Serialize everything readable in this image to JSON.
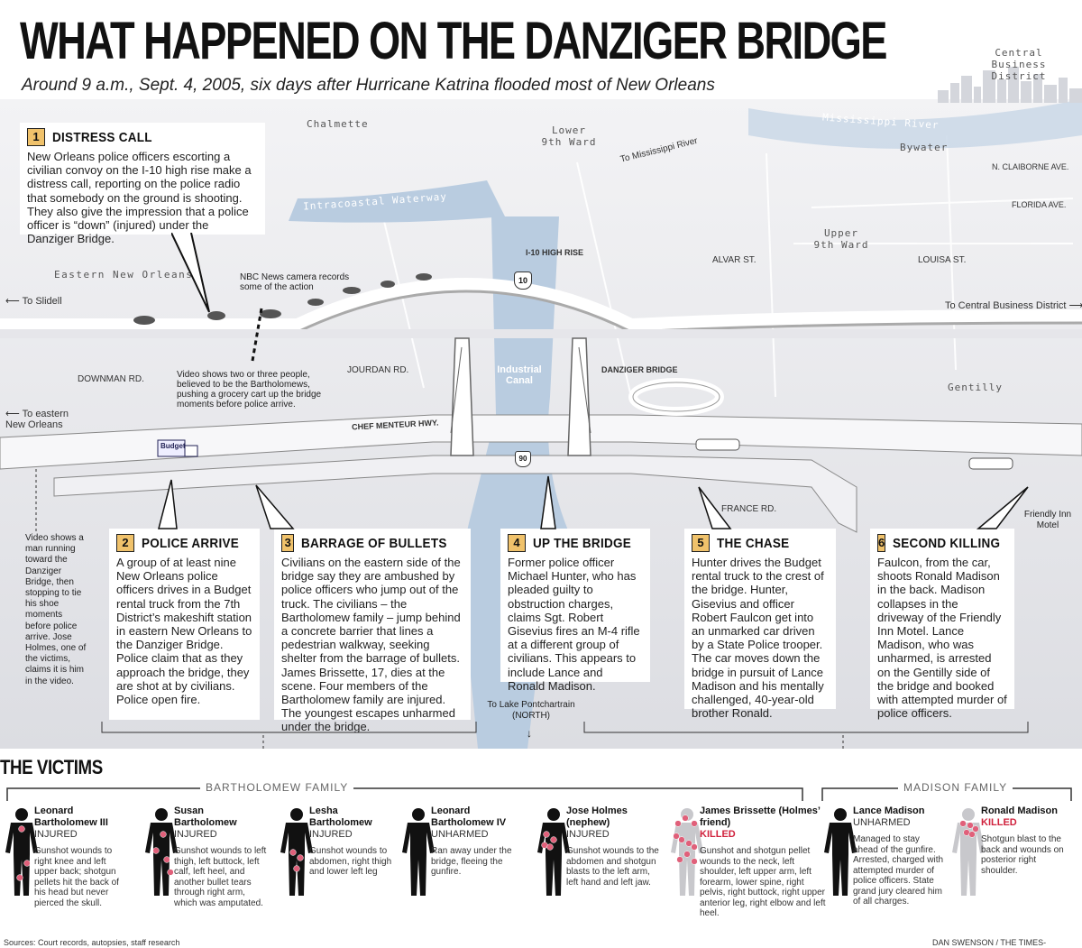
{
  "title": "WHAT HAPPENED ON THE DANZIGER BRIDGE",
  "subtitle": "Around 9 a.m., Sept. 4, 2005, six days after Hurricane Katrina flooded most of New Orleans",
  "map": {
    "central_business_district": "Central Business District",
    "chalmette": "Chalmette",
    "lower_9th_ward": "Lower 9th Ward",
    "mississippi_river": "Mississippi River",
    "bywater": "Bywater",
    "to_mississippi_river": "To Mississippi River",
    "n_claiborne": "N. CLAIBORNE AVE.",
    "florida_ave": "FLORIDA AVE.",
    "intracoastal_waterway": "Intracoastal Waterway",
    "upper_9th_ward": "Upper 9th Ward",
    "alvar_st": "ALVAR ST.",
    "louisa_st": "LOUISA ST.",
    "i10_high_rise": "I-10 HIGH RISE",
    "i10_shield": "10",
    "us90_shield": "90",
    "eastern_new_orleans": "Eastern New Orleans",
    "nbc_note": "NBC News camera records some of the action",
    "to_slidell": "To Slidell",
    "to_central_business_district": "To Central Business District",
    "downman_rd": "DOWNMAN RD.",
    "jourdan_rd": "JOURDAN RD.",
    "industrial_canal": "Industrial Canal",
    "danziger_bridge": "DANZIGER BRIDGE",
    "gentilly": "Gentilly",
    "video_note": "Video shows two or three people, believed to be the Bartholomews, pushing a grocery cart up the bridge moments before police arrive.",
    "to_eastern_new_orleans": "To eastern New Orleans",
    "chef_menteur": "CHEF MENTEUR HWY.",
    "france_rd": "FRANCE RD.",
    "friendly_inn": "Friendly Inn Motel",
    "budget_truck": "Budget",
    "to_lake": "To Lake Pontchartrain (NORTH)",
    "video_man_note": "Video shows a man running toward the Danziger Bridge, then stopping to tie his shoe moments before police arrive. Jose Holmes, one of the victims, claims it is him in the video."
  },
  "callouts": [
    {
      "num": "1",
      "title": "DISTRESS CALL",
      "body": "New Orleans police officers escorting a civilian convoy on the I-10 high rise make a distress call, reporting on the police radio that somebody on the ground is shooting. They also give the impression that a police officer is “down” (injured) under the Danziger Bridge."
    },
    {
      "num": "2",
      "title": "POLICE ARRIVE",
      "body": "A group of at least nine New Orleans police officers drives in a Budget rental truck from the 7th District’s makeshift station in eastern New Orleans to the Danziger Bridge. Police claim that as they approach the bridge, they are shot at by civilians. Police open fire."
    },
    {
      "num": "3",
      "title": "BARRAGE OF BULLETS",
      "body": "Civilians on the eastern side of the bridge say they are ambushed by police officers who jump out of the truck. The civilians – the Bartholomew family – jump behind a concrete barrier that lines a pedestrian walkway, seeking shelter from the barrage of bullets. James Brissette, 17, dies at the scene. Four members of the Bartholomew family are injured. The youngest escapes unharmed under the bridge."
    },
    {
      "num": "4",
      "title": "UP THE BRIDGE",
      "body": "Former police officer Michael Hunter, who has pleaded guilty to obstruction charges, claims Sgt. Robert Gisevius fires an M-4 rifle at a different group of civilians. This appears to include Lance and Ronald Madison."
    },
    {
      "num": "5",
      "title": "THE CHASE",
      "body": "Hunter drives the Budget rental truck to the crest of the bridge. Hunter, Gisevius and officer Robert Faulcon get into an unmarked car driven by a State Police trooper. The car moves down the bridge in pursuit of Lance Madison and his mentally challenged, 40-year-old brother Ronald."
    },
    {
      "num": "6",
      "title": "SECOND KILLING",
      "body": "Faulcon, from the car, shoots Ronald Madison in the back. Madison collapses in the driveway of the Friendly Inn Motel. Lance Madison, who was unharmed, is arrested on the Gentilly side of the bridge and booked with attempted murder of police officers."
    }
  ],
  "victims_heading": "THE VICTIMS",
  "families": {
    "bartholomew": "BARTHOLOMEW FAMILY",
    "madison": "MADISON FAMILY"
  },
  "victims": [
    {
      "name": "Leonard Bartholomew III",
      "status": "INJURED",
      "desc": "Gunshot wounds to right knee and left upper back; shotgun pellets hit the back of his head but never pierced the skull.",
      "killed": false
    },
    {
      "name": "Susan Bartholomew",
      "status": "INJURED",
      "desc": "Gunshot wounds to left thigh, left buttock, left calf, left heel, and another bullet tears through right arm, which was amputated.",
      "killed": false
    },
    {
      "name": "Lesha Bartholomew",
      "status": "INJURED",
      "desc": "Gunshot wounds to abdomen, right thigh and lower left leg",
      "killed": false
    },
    {
      "name": "Leonard Bartholomew IV",
      "status": "UNHARMED",
      "desc": "Ran away under the bridge, fleeing the gunfire.",
      "killed": false
    },
    {
      "name": "Jose Holmes (nephew)",
      "status": "INJURED",
      "desc": "Gunshot wounds to the abdomen and shotgun blasts to the left arm, left hand and left jaw.",
      "killed": false
    },
    {
      "name": "James Brissette (Holmes’ friend)",
      "status": "KILLED",
      "desc": "Gunshot and shotgun pellet wounds to the neck, left shoulder, left upper arm, left forearm, lower spine, right pelvis, right buttock, right upper anterior leg, right elbow and left heel.",
      "killed": true
    },
    {
      "name": "Lance Madison",
      "status": "UNHARMED",
      "desc": "Managed to stay ahead of the gunfire. Arrested, charged with attempted murder of police officers. State grand jury cleared him of all charges.",
      "killed": false
    },
    {
      "name": "Ronald Madison",
      "status": "KILLED",
      "desc": "Shotgun blast to the back and wounds on posterior right shoulder.",
      "killed": true
    }
  ],
  "sources": "Sources: Court records, autopsies, staff research",
  "credit": "DAN SWENSON / THE TIMES-PICAYUNE",
  "colors": {
    "accent": "#f0c26b",
    "killed": "#d0213c",
    "wound": "#e0607a",
    "water": "#b9cce0"
  }
}
